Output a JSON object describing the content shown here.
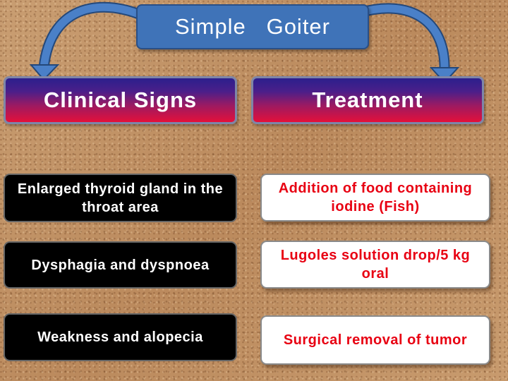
{
  "title": "Simple   Goiter",
  "headers": {
    "left": "Clinical Signs",
    "right": "Treatment"
  },
  "clinical_signs": [
    "Enlarged thyroid gland in the throat area",
    "Dysphagia and dyspnoea",
    "Weakness and alopecia"
  ],
  "treatments": [
    "Addition of food containing iodine (Fish)",
    "Lugoles solution drop/5 kg oral",
    "Surgical  removal of tumor"
  ],
  "colors": {
    "title_box": "#3f73b8",
    "arrow": "#3f73b8",
    "header_top": "#2c1f8c",
    "header_bottom": "#e4103a",
    "sign_box": "#000000",
    "treatment_text": "#e80012",
    "background": "#c4956a"
  },
  "icons": {
    "left_arrow": "curved-arrow-left-icon",
    "right_arrow": "curved-arrow-right-icon"
  }
}
